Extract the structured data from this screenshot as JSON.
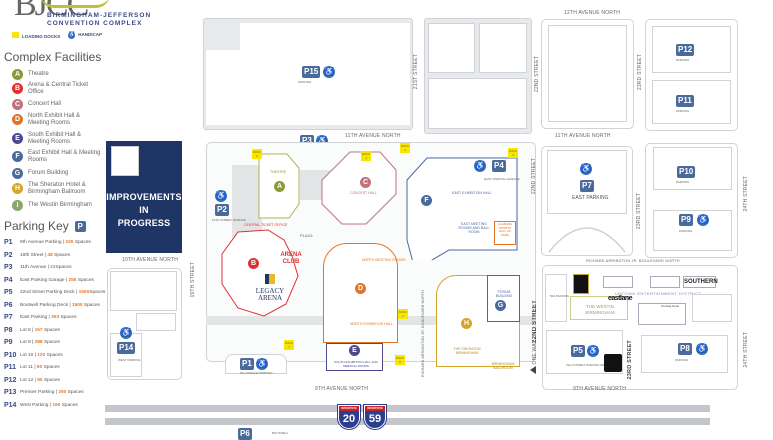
{
  "header": {
    "logo": "BJCC",
    "logo_line1": "BIRMINGHAM-JEFFERSON",
    "logo_line2": "CONVENTION COMPLEX",
    "legend": [
      {
        "icon": "loading-dock-square",
        "label": "LOADING DOCKS",
        "color": "#f6e600"
      },
      {
        "icon": "handicap-icon",
        "label": "HANDICAP",
        "color": "#3b6fad"
      }
    ]
  },
  "facilities": {
    "title": "Complex Facilities",
    "items": [
      {
        "letter": "A",
        "label": "Theatre",
        "color": "#8a9a3a"
      },
      {
        "letter": "B",
        "label": "Arena & Central Ticket Office",
        "color": "#e03030"
      },
      {
        "letter": "C",
        "label": "Concert Hall",
        "color": "#c0737a"
      },
      {
        "letter": "D",
        "label": "North Exhibit Hall & Meeting Rooms",
        "color": "#e2742a"
      },
      {
        "letter": "E",
        "label": "South Exhibit Hall & Meeting Rooms",
        "color": "#4a4a8c"
      },
      {
        "letter": "F",
        "label": "East Exhibit Hall & Meeting Rooms",
        "color": "#4a6a9c"
      },
      {
        "letter": "G",
        "label": "Forum Building",
        "color": "#4a6a9c"
      },
      {
        "letter": "H",
        "label": "The Sheraton Hotel & Birmingham Ballroom",
        "color": "#d4a52a"
      },
      {
        "letter": "I",
        "label": "The Westin Birmingham",
        "color": "#8aa86a"
      }
    ]
  },
  "parking_key": {
    "title": "Parking Key",
    "badge": "P",
    "items": [
      {
        "id": "P1",
        "name": "9th Avenue Parking |",
        "spaces": "100",
        "suffix": "Spaces"
      },
      {
        "id": "P2",
        "name": "19th Street |",
        "spaces": "48",
        "suffix": "Spaces"
      },
      {
        "id": "P3",
        "name": "11th Avenue |",
        "spaces": "22",
        "suffix": "Spaces"
      },
      {
        "id": "P4",
        "name": "East Parking Garage |",
        "spaces": "250",
        "suffix": "Spaces"
      },
      {
        "id": "P5",
        "name": "22nd Street Parking Deck |",
        "spaces": "1500",
        "suffix": "Spaces"
      },
      {
        "id": "P6",
        "name": "Boutwell Parking Deck |",
        "spaces": "1600",
        "suffix": "Spaces"
      },
      {
        "id": "P7",
        "name": "East Parking |",
        "spaces": "353",
        "suffix": "Spaces"
      },
      {
        "id": "P8",
        "name": "Lot 8 |",
        "spaces": "157",
        "suffix": "Spaces"
      },
      {
        "id": "P9",
        "name": "Lot 9 |",
        "spaces": "288",
        "suffix": "Spaces"
      },
      {
        "id": "P10",
        "name": "Lot 10 |",
        "spaces": "120",
        "suffix": "Spaces"
      },
      {
        "id": "P11",
        "name": "Lot 11 |",
        "spaces": "60",
        "suffix": "Spaces"
      },
      {
        "id": "P12",
        "name": "Lot 12 |",
        "spaces": "90",
        "suffix": "Spaces"
      },
      {
        "id": "P13",
        "name": "Premier Parking |",
        "spaces": "250",
        "suffix": "Spaces"
      },
      {
        "id": "P14",
        "name": "West Parking |",
        "spaces": "190",
        "suffix": "Spaces"
      }
    ]
  },
  "map": {
    "improvements": [
      "IMPROVEMENTS",
      "IN",
      "PROGRESS"
    ],
    "streets": {
      "ave12": "12TH AVENUE NORTH",
      "ave11_left": "11TH AVENUE NORTH",
      "ave11_right": "11TH AVENUE NORTH",
      "ave10": "10TH AVENUE NORTH",
      "ave9_left": "9TH AVENUE NORTH",
      "ave9_right": "9TH AVENUE NORTH",
      "st19": "19TH STREET",
      "st21": "21ST STREET",
      "st22_top": "22ND STREET",
      "st22_mid": "22ND STREET",
      "st22_low": "22ND STREET",
      "st23_top": "23RD STREET",
      "st23_mid": "23RD STREET",
      "st23_low": "23RD STREET",
      "st24_top": "24TH STREET",
      "st24_low": "24TH STREET",
      "richard_blvd": "RICHARD ARRINGTON JR. BOULEVARD NORTH",
      "richard_vert": "RICHARD ARRINGTON JR. BOULEVARD NORTH",
      "one_way": "ONE WAY",
      "plaza": "PLAZA"
    },
    "parking": {
      "P15": {
        "label": "P15",
        "sub": "PARKING"
      },
      "P12": {
        "label": "P12",
        "sub": "PARKING"
      },
      "P11": {
        "label": "P11",
        "sub": "PARKING"
      },
      "P10": {
        "label": "P10",
        "sub": "PARKING"
      },
      "P9": {
        "label": "P9",
        "sub": "PARKING"
      },
      "P7": {
        "label": "P7",
        "sub": "EAST PARKING"
      },
      "P8": {
        "label": "P8",
        "sub": "PARKING"
      },
      "P5": {
        "label": "P5",
        "sub": "22nd STREET PARKING DECK"
      },
      "P4": {
        "label": "P4",
        "sub": "EAST PARKING GARAGE"
      },
      "P3": {
        "label": "P3",
        "sub": "11TH AVENUE PARKING"
      },
      "P2": {
        "label": "P2",
        "sub": "19TH STREET PARKING"
      },
      "P1": {
        "label": "P1",
        "sub": "9TH AVENUE PARKING"
      },
      "P14": {
        "label": "P14",
        "sub": "WEST PARKING"
      },
      "P6": {
        "label": "P6",
        "sub": "BOUTWELL"
      }
    },
    "buildings": {
      "theatre": "THEATRE",
      "concert_hall": "CONCERT HALL",
      "central_ticket": "CENTRAL TICKET OFFICE",
      "arena_club": "ARENA CLUB",
      "legacy_arena": "LEGACY ARENA",
      "north_meeting": "NORTH MEETING ROOMS",
      "north_exhibition": "NORTH EXHIBITION HALL",
      "south_exhibition": "SOUTH EXHIBITION HALL AND MEETING ROOMS",
      "east_exhibition": "EAST EXHIBITION HALL",
      "east_meeting": "EAST MEETING ROOMS AND BALL ROOM",
      "hall_of_fame": "ALABAMA SPORTS HALL OF FAME",
      "forum": "FORUM BUILDING",
      "sheraton": "THE SHERATON BIRMINGHAM",
      "ballroom": "BIRMINGHAM BALLROOM",
      "westin": "THE WESTIN BIRMINGHAM",
      "uptown": "UPTOWN ENTERTAINMENT DISTRICT",
      "southern": "SOUTHERN",
      "eastlane": "eastlane",
      "coming_soon": "Coming Soon",
      "garage_502": "502 PARKING"
    },
    "docks": [
      "DOCK 6",
      "DOCK 1",
      "DOCK 4",
      "DOCK 3",
      "DOCK 2",
      "DOCK 5",
      "DOCK 7"
    ],
    "highways": [
      {
        "label": "20",
        "top": "INTERSTATE"
      },
      {
        "label": "59",
        "top": "INTERSTATE"
      }
    ]
  }
}
